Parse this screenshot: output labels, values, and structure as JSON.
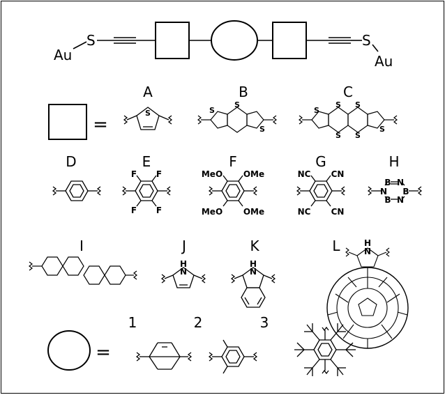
{
  "wire": {
    "au_left": "Au",
    "s_left": "S",
    "s_right": "S",
    "au_right": "Au"
  },
  "equals": "=",
  "letters": [
    "A",
    "B",
    "C",
    "D",
    "E",
    "F",
    "G",
    "H",
    "I",
    "J",
    "K",
    "L"
  ],
  "numbers": [
    "1",
    "2",
    "3"
  ],
  "atoms": {
    "s": "S",
    "f": "F",
    "meo": "MeO",
    "ome": "OMe",
    "nc": "NC",
    "cn": "CN",
    "b": "B",
    "n": "N",
    "nh": "H",
    "n_plain": "N"
  }
}
